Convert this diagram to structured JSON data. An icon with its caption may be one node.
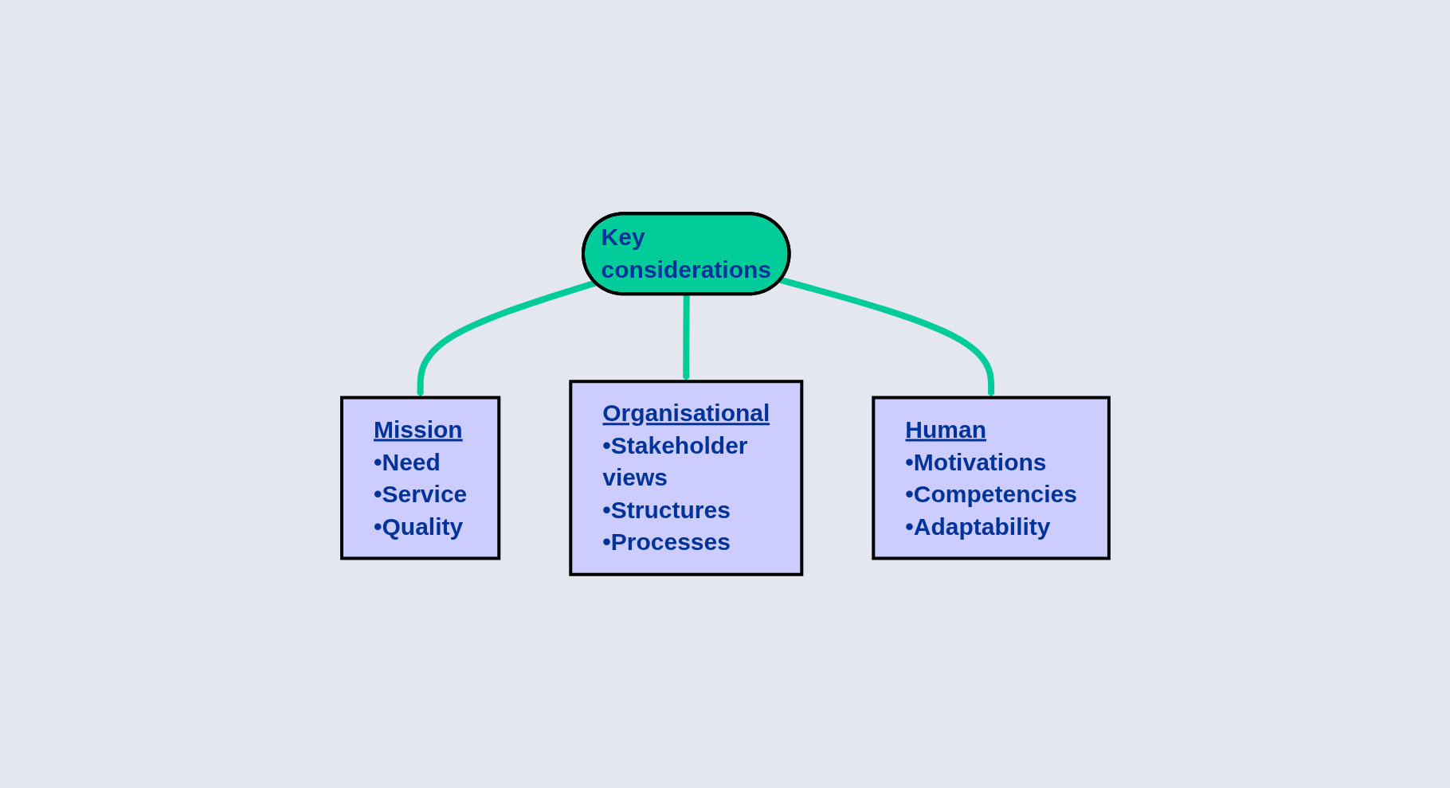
{
  "diagram": {
    "nodes": [
      {
        "text": [
          "Mission",
          "•Need",
          "•Service",
          "•Quality"
        ]
      },
      {
        "text": [
          "Key considerations"
        ]
      },
      {
        "text": [
          "Organisational",
          "•Stakeholder views",
          "•Structures",
          "•Processes"
        ]
      },
      {
        "text": [
          "Human",
          "•Motivations",
          "•Competencies",
          "•Adaptability"
        ]
      }
    ],
    "edges": [
      {
        "from": 1,
        "to": 0,
        "arrow": "to"
      },
      {
        "from": 1,
        "to": 2,
        "arrow": "to"
      },
      {
        "from": 1,
        "to": 3,
        "arrow": "to"
      }
    ]
  }
}
